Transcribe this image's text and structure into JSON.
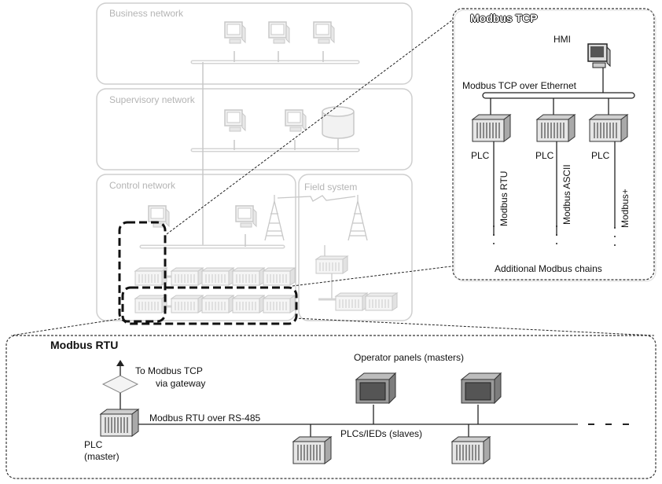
{
  "zones": {
    "business": "Business network",
    "supervisory": "Supervisory network",
    "control": "Control network",
    "field": "Field system"
  },
  "tcp_panel": {
    "title": "Modbus TCP",
    "hmi": "HMI",
    "bus_label": "Modbus TCP over Ethernet",
    "plc_labels": [
      "PLC",
      "PLC",
      "PLC"
    ],
    "chain_labels": [
      "Modbus RTU",
      "Modbus ASCII",
      "Modbus+"
    ],
    "footer": "Additional Modbus chains"
  },
  "rtu_panel": {
    "title": "Modbus RTU",
    "gateway_line1": "To Modbus TCP",
    "gateway_line2": "via gateway",
    "bus_label": "Modbus RTU over RS-485",
    "master_line1": "PLC",
    "master_line2": "(master)",
    "operator_panels": "Operator panels (masters)",
    "slaves": "PLCs/IEDs (slaves)"
  },
  "colors": {
    "faded": "#c8c8c8",
    "line": "#222222",
    "panel_border": "#333333"
  }
}
